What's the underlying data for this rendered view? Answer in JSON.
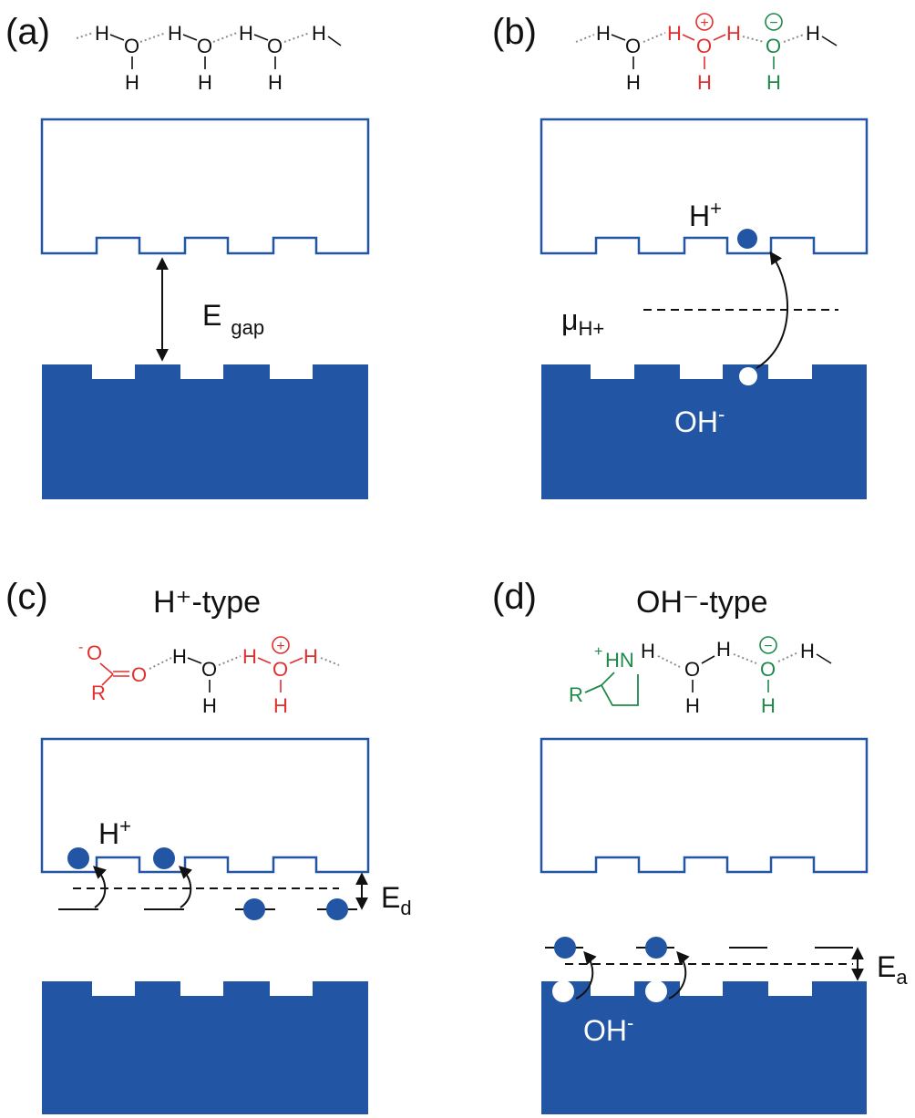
{
  "colors": {
    "band": "#2255a4",
    "acid": "#e0312f",
    "base": "#1e8a4a",
    "ink": "#111111",
    "hbond": "#8c8c8c"
  },
  "panels": {
    "a": {
      "label": "(a)",
      "atoms": [
        "H",
        "O",
        "H",
        "H",
        "O",
        "H",
        "H",
        "O",
        "H",
        "H"
      ],
      "gap_main": "E",
      "gap_sub": "gap"
    },
    "b": {
      "label": "(b)",
      "atoms": [
        "H",
        "O",
        "H",
        "H",
        "O",
        "H",
        "H",
        "O",
        "H",
        "H"
      ],
      "plus_sign": "+",
      "minus_sign": "−",
      "proton_main": "H",
      "proton_sup": "+",
      "mu_main": "μ",
      "mu_sub": "H+",
      "hydroxide_main": "OH",
      "hydroxide_sup": "-"
    },
    "c": {
      "label": "(c)",
      "title": "H⁺-type",
      "carboxylate_charge": "-",
      "carboxylate_o1": "O",
      "carboxylate_o2": "O",
      "carboxylate_r": "R",
      "atoms": [
        "H",
        "O",
        "H",
        "H",
        "O",
        "H",
        "H"
      ],
      "plus_sign": "+",
      "proton_main": "H",
      "proton_sup": "+",
      "level_main": "E",
      "level_sub": "d"
    },
    "d": {
      "label": "(d)",
      "title": "OH⁻-type",
      "amine_charge": "+",
      "amine_group": "HN",
      "amine_r": "R",
      "atoms": [
        "H",
        "O",
        "H",
        "H",
        "O",
        "H",
        "H"
      ],
      "minus_sign": "−",
      "hydroxide_main": "OH",
      "hydroxide_sup": "-",
      "level_main": "E",
      "level_sub": "a"
    }
  }
}
